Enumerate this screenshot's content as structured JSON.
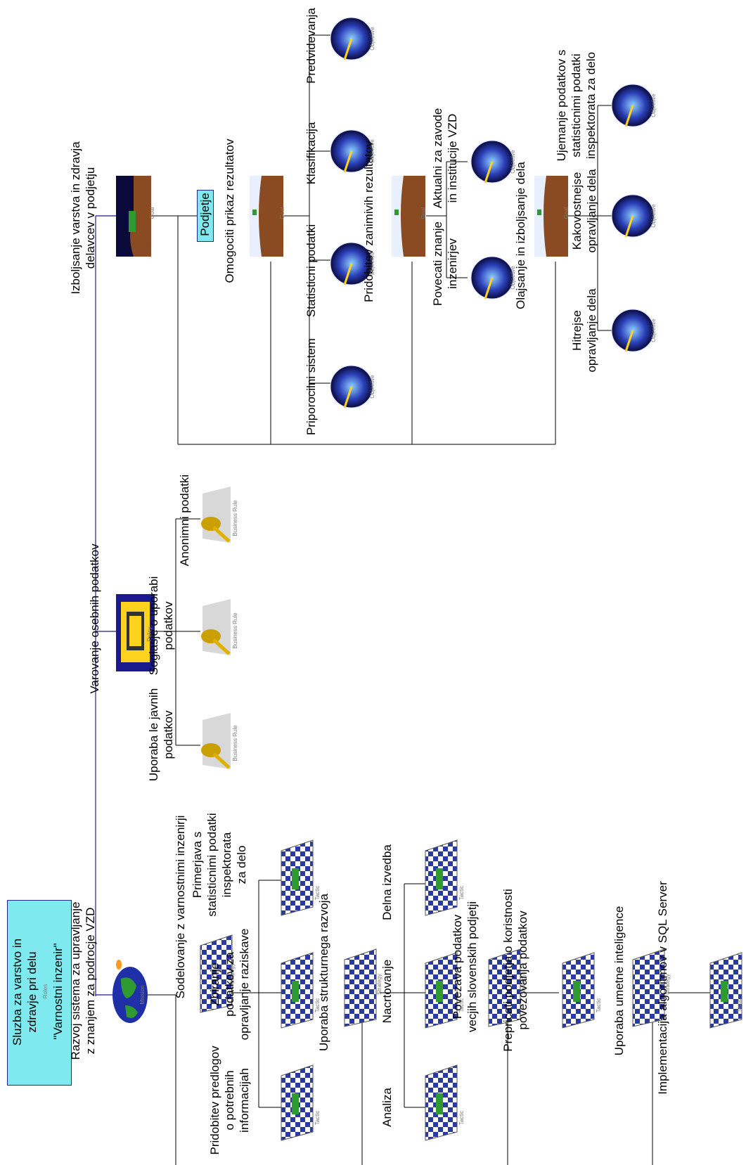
{
  "roles": {
    "title": "Sluzba za varstvo in\nzdravje pri delu",
    "label": "Roles",
    "role": "\"Varnostni inzenir\""
  },
  "mission": {
    "text": "Razvoj sistema za upravljanje\nz znanjem za podrocje VZD",
    "label": "Mission"
  },
  "policy": {
    "text": "Varovanje osebnih podatkov",
    "label": "Policy",
    "rules": [
      {
        "text": "Uporaba le javnih\npodatkov",
        "label": "Business Rule"
      },
      {
        "text": "Soglasje o uporabi\npodatkov",
        "label": "Business Rule"
      },
      {
        "text": "Anonimni podatki",
        "label": "Business Rule"
      }
    ]
  },
  "goal": {
    "text": "Izboljsanje varstva in zdravja\ndelavcev v podjetju",
    "label": "Goal",
    "box": "Podjetje"
  },
  "subgoals": [
    {
      "text": "Omogociti prikaz rezultatov",
      "label": "Goal",
      "objectives": [
        {
          "text": "Priporocilni sistem",
          "label": "Objective"
        },
        {
          "text": "Statisticni podatki",
          "label": "Objective"
        },
        {
          "text": "Klasifikacija",
          "label": "Objective"
        },
        {
          "text": "Predvidevanja",
          "label": "Objective"
        }
      ]
    },
    {
      "text": "Povecati znanje\ninzenirjev",
      "label": "Goal",
      "objectives": [
        {
          "text": "Pridobitev zanimivih rezultatov",
          "label": "Objective"
        },
        {
          "text": "Aktualni za zavode\nin institucije VZD",
          "label": "Objective"
        }
      ]
    },
    {
      "text": "Olajsanje in izboljsanje dela",
      "label": "Goal",
      "objectives": [
        {
          "text": "Hitrejse\nopravljanje dela",
          "label": "Objective"
        },
        {
          "text": "Kakovostnejse\nopravljanje dela",
          "label": "Objective"
        },
        {
          "text": "Ujemanje podatkov s\nstatisticnimi podatki\ninspektorata za delo",
          "label": "Objective"
        }
      ]
    }
  ],
  "strategies": [
    {
      "text": "Sodelovanje z varnostnimi inzenirji",
      "label": "Strategy",
      "tactics": [
        {
          "text": "Pridobitev predlogov\no potrebnih\ninformacijah",
          "label": "Tactic"
        },
        {
          "text": "Zbiranje\npodatkov za\nopravljanje raziskave",
          "label": "Tactic"
        },
        {
          "text": "Primerjava s\nstatisticnimi podatki\ninspektorata\nza delo",
          "label": "Tactic"
        }
      ]
    },
    {
      "text": "Uporaba strukturnega razvoja",
      "label": "Strategy",
      "tactics": [
        {
          "text": "Analiza",
          "label": "Tactic"
        },
        {
          "text": "Nacrtovanje",
          "label": "Tactic"
        },
        {
          "text": "Delna izvedba",
          "label": "Tactic"
        }
      ]
    },
    {
      "text": "Povezava podatkov\nvecjih slovenskih podjetji",
      "label": "Strategy",
      "tactics": [
        {
          "text": "Prepricati podjetja o koristnosti\npovezovanja podatkov",
          "label": "Tactic"
        }
      ]
    },
    {
      "text": "Uporaba umetne inteligence",
      "label": "Strategy",
      "tactics": [
        {
          "text": "Implementacija algoritmov v SQL Server",
          "label": "Tactic"
        }
      ]
    }
  ],
  "colors": {
    "connector": "#1a1a8c",
    "box_fill": "#7fe9f0",
    "line": "#000000"
  }
}
